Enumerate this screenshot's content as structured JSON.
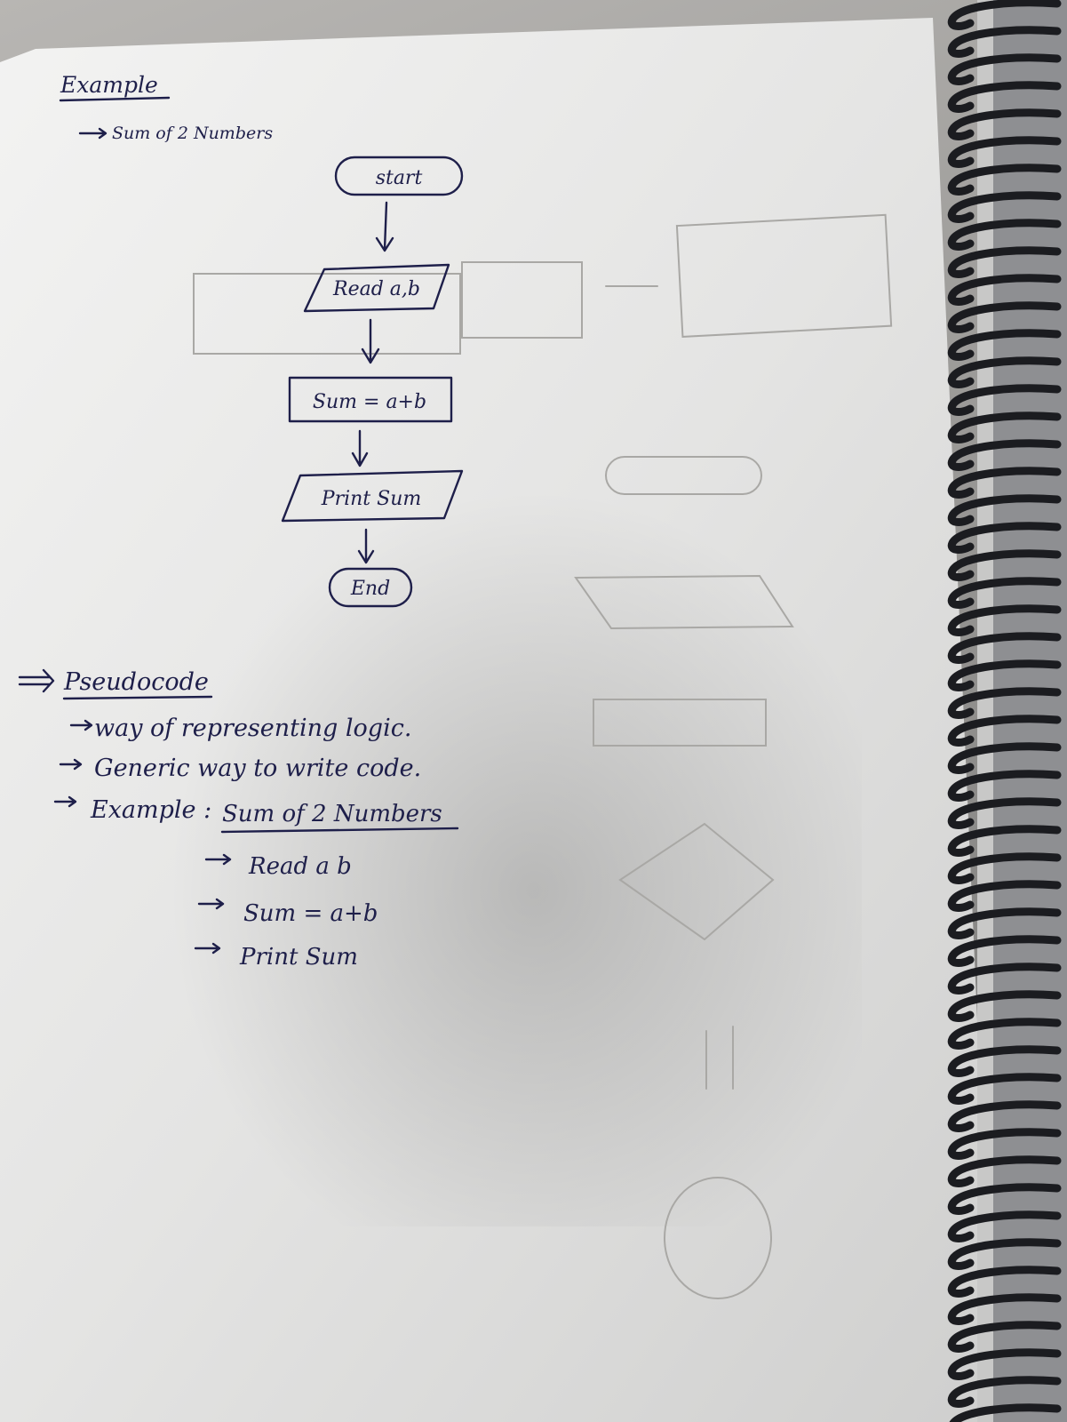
{
  "notes": {
    "heading": "Example",
    "subheading": "Sum of 2 Numbers"
  },
  "flowchart": {
    "start": "start",
    "read": "Read a,b",
    "process": "Sum = a+b",
    "print": "Print Sum",
    "end": "End"
  },
  "pseudocode": {
    "title": "Pseudocode",
    "points": [
      "way of representing logic.",
      "Generic way to write code.",
      "Example :"
    ],
    "example_label": "Sum of 2 Numbers",
    "steps": [
      "Read a b",
      "Sum = a+b",
      "Print Sum"
    ]
  },
  "colors": {
    "ink": "#1e1f4a",
    "paper": "#efefed",
    "binding": "#1b1c20"
  }
}
